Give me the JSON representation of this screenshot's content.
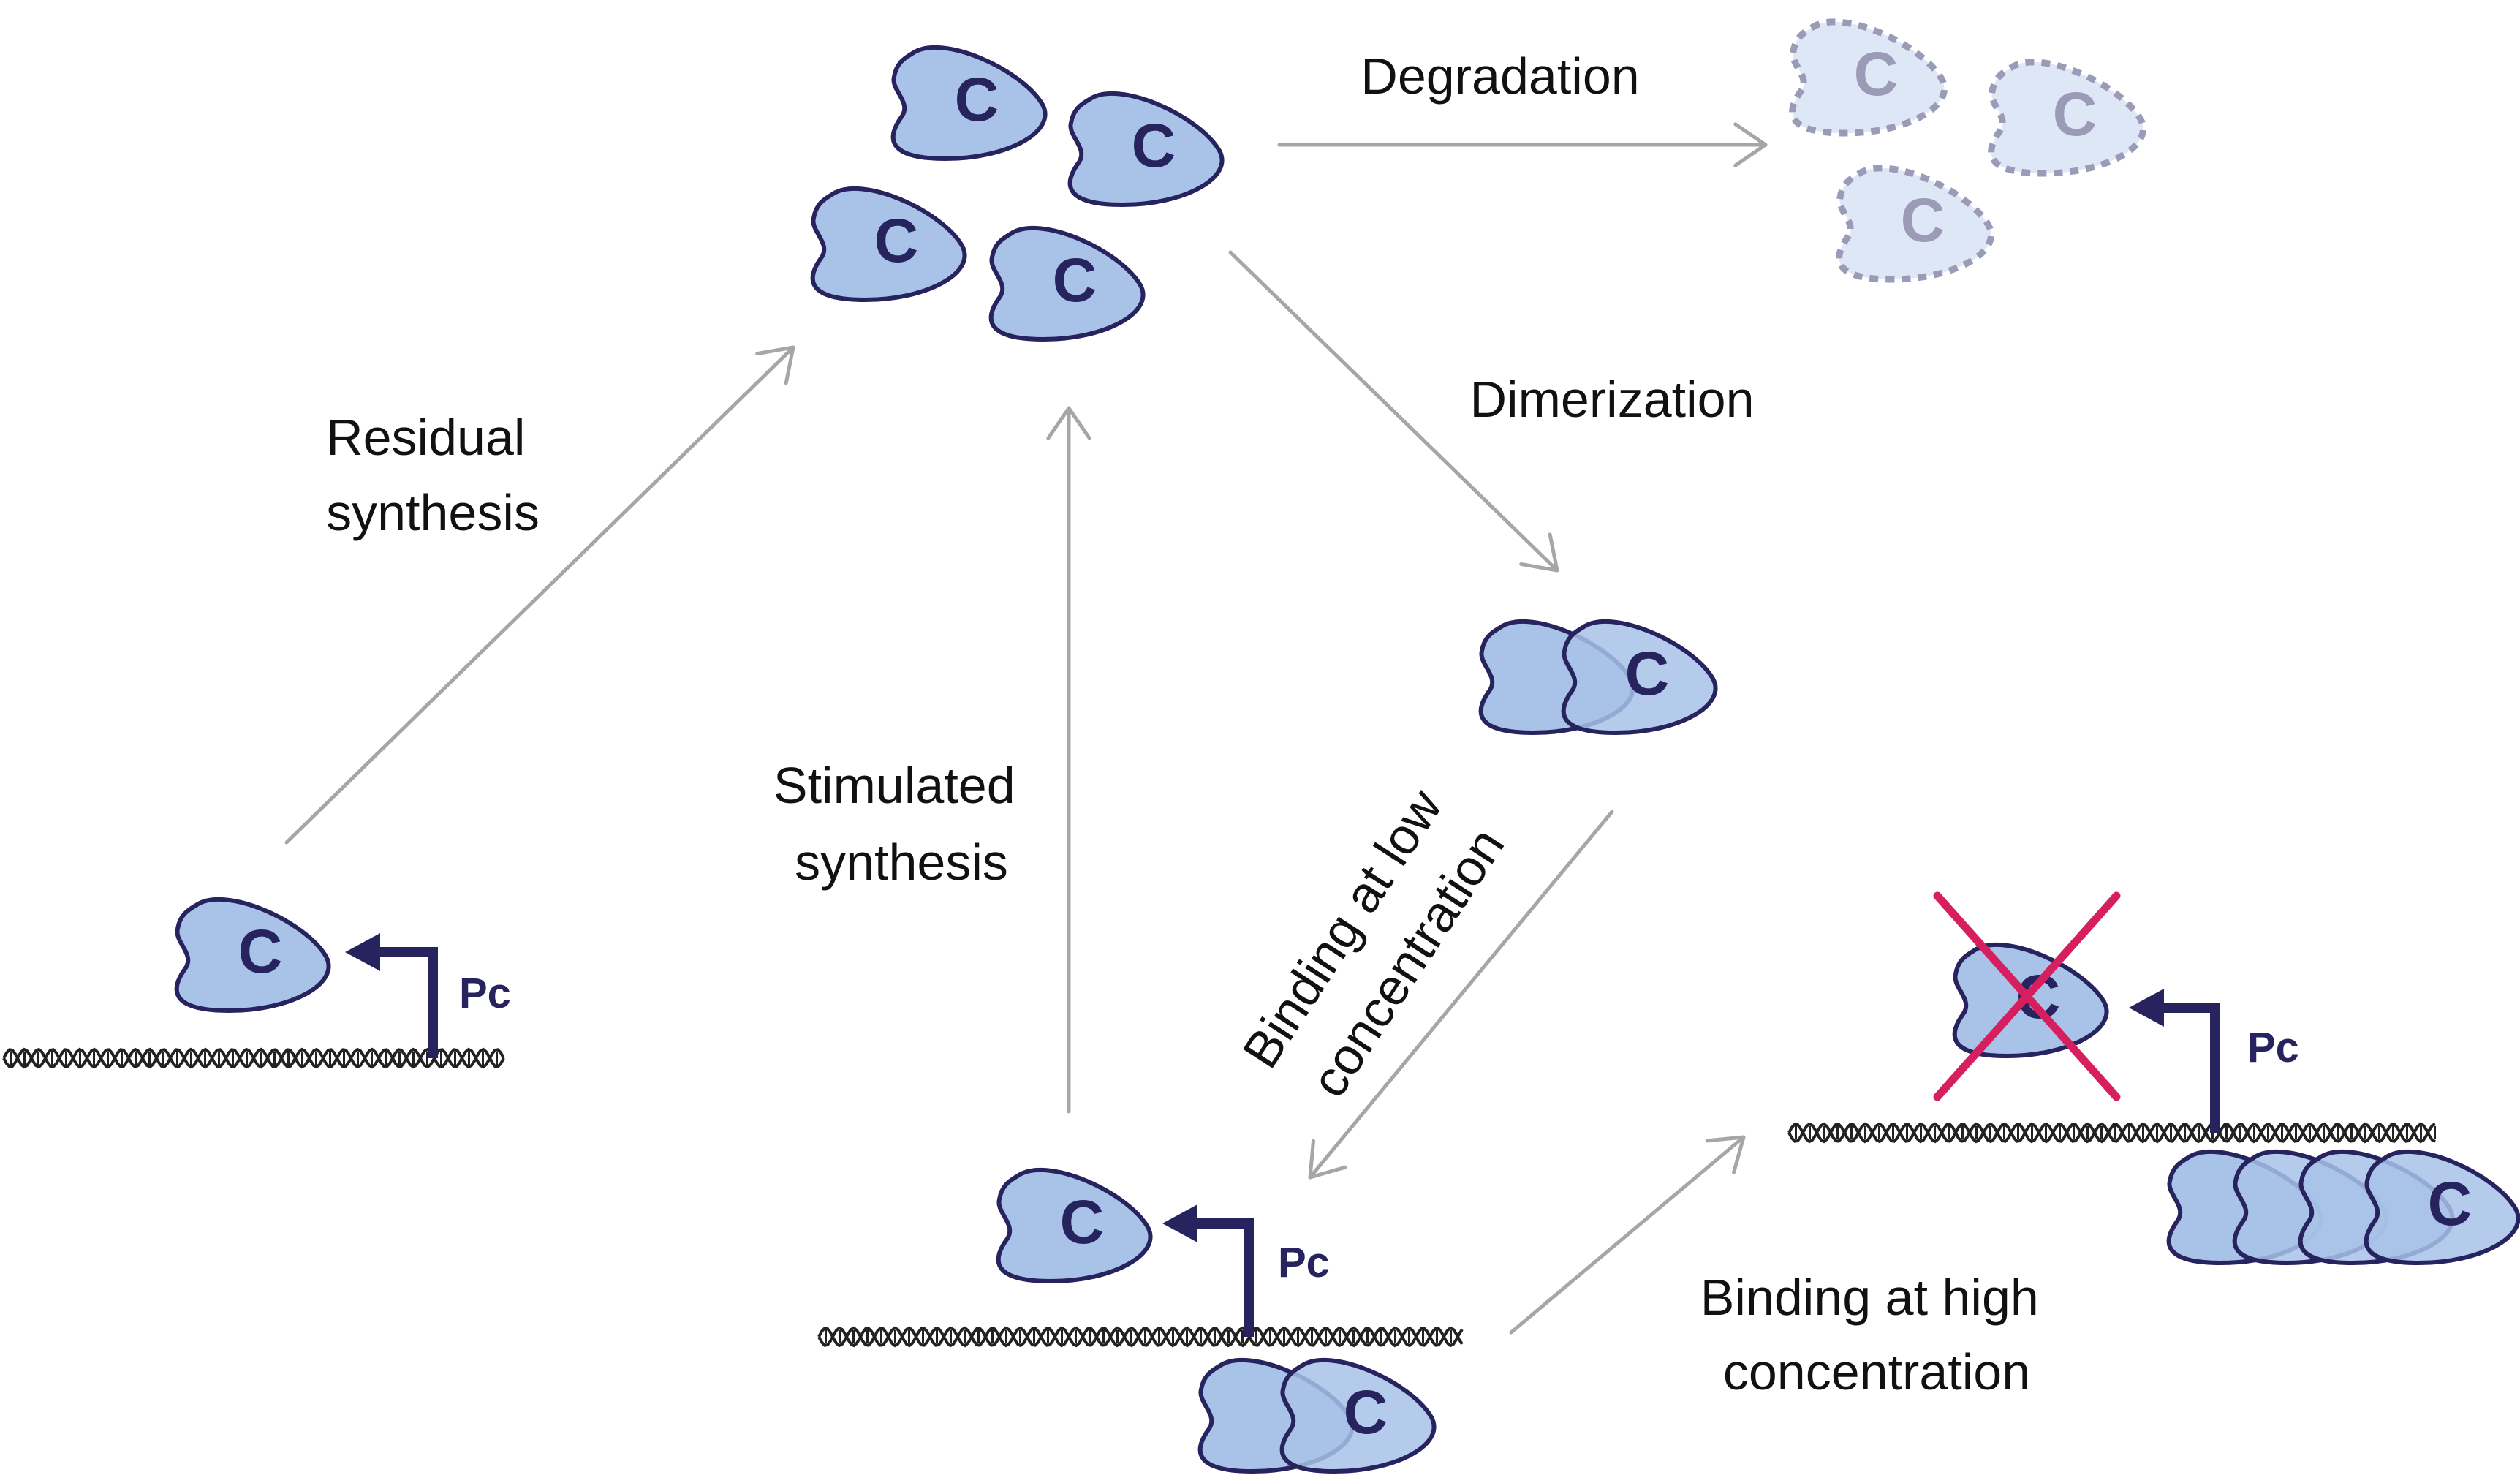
{
  "protein_letter": "C",
  "promoter_label": "Pc",
  "processes": {
    "degradation": "Degradation",
    "dimerization": "Dimerization",
    "residual_synthesis": [
      "Residual",
      "synthesis"
    ],
    "stimulated_synthesis": [
      "Stimulated",
      "synthesis"
    ],
    "binding_low": [
      "Binding at low",
      "concentration"
    ],
    "binding_high": [
      "Binding at high",
      "concentration"
    ]
  },
  "colors": {
    "protein_fill": "#a8c2e8",
    "protein_stroke": "#27235e",
    "degraded_fill": "#dde7f5",
    "degraded_stroke": "#9b9bb8",
    "arrow": "#a6a6a6",
    "promoter": "#27235e",
    "inhibition_mark": "#d61f5f",
    "dna": "#222222"
  }
}
